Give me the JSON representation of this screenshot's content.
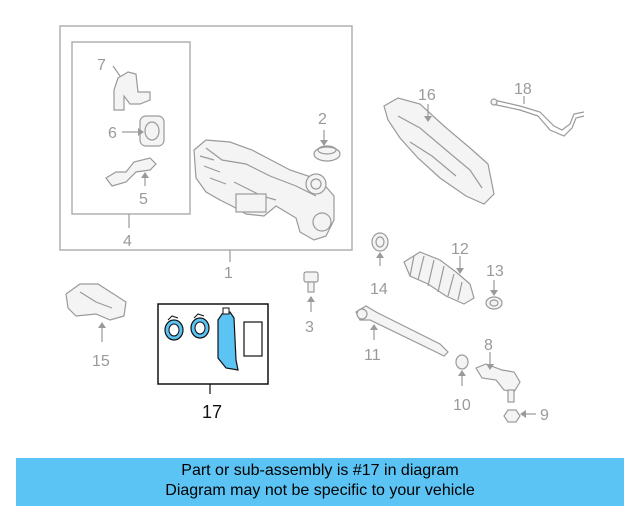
{
  "diagram": {
    "callouts": {
      "c1": "1",
      "c2": "2",
      "c3": "3",
      "c4": "4",
      "c5": "5",
      "c6": "6",
      "c7": "7",
      "c8": "8",
      "c9": "9",
      "c10": "10",
      "c11": "11",
      "c12": "12",
      "c13": "13",
      "c14": "14",
      "c15": "15",
      "c16": "16",
      "c17": "17",
      "c18": "18"
    },
    "highlighted_part": "17",
    "highlight_color": "#5bc4f4",
    "line_color": "#9a9a9a"
  },
  "banner": {
    "line1": "Part or sub-assembly is #17 in diagram",
    "line2": "Diagram may not be specific to your vehicle",
    "background": "#5bc4f4"
  }
}
